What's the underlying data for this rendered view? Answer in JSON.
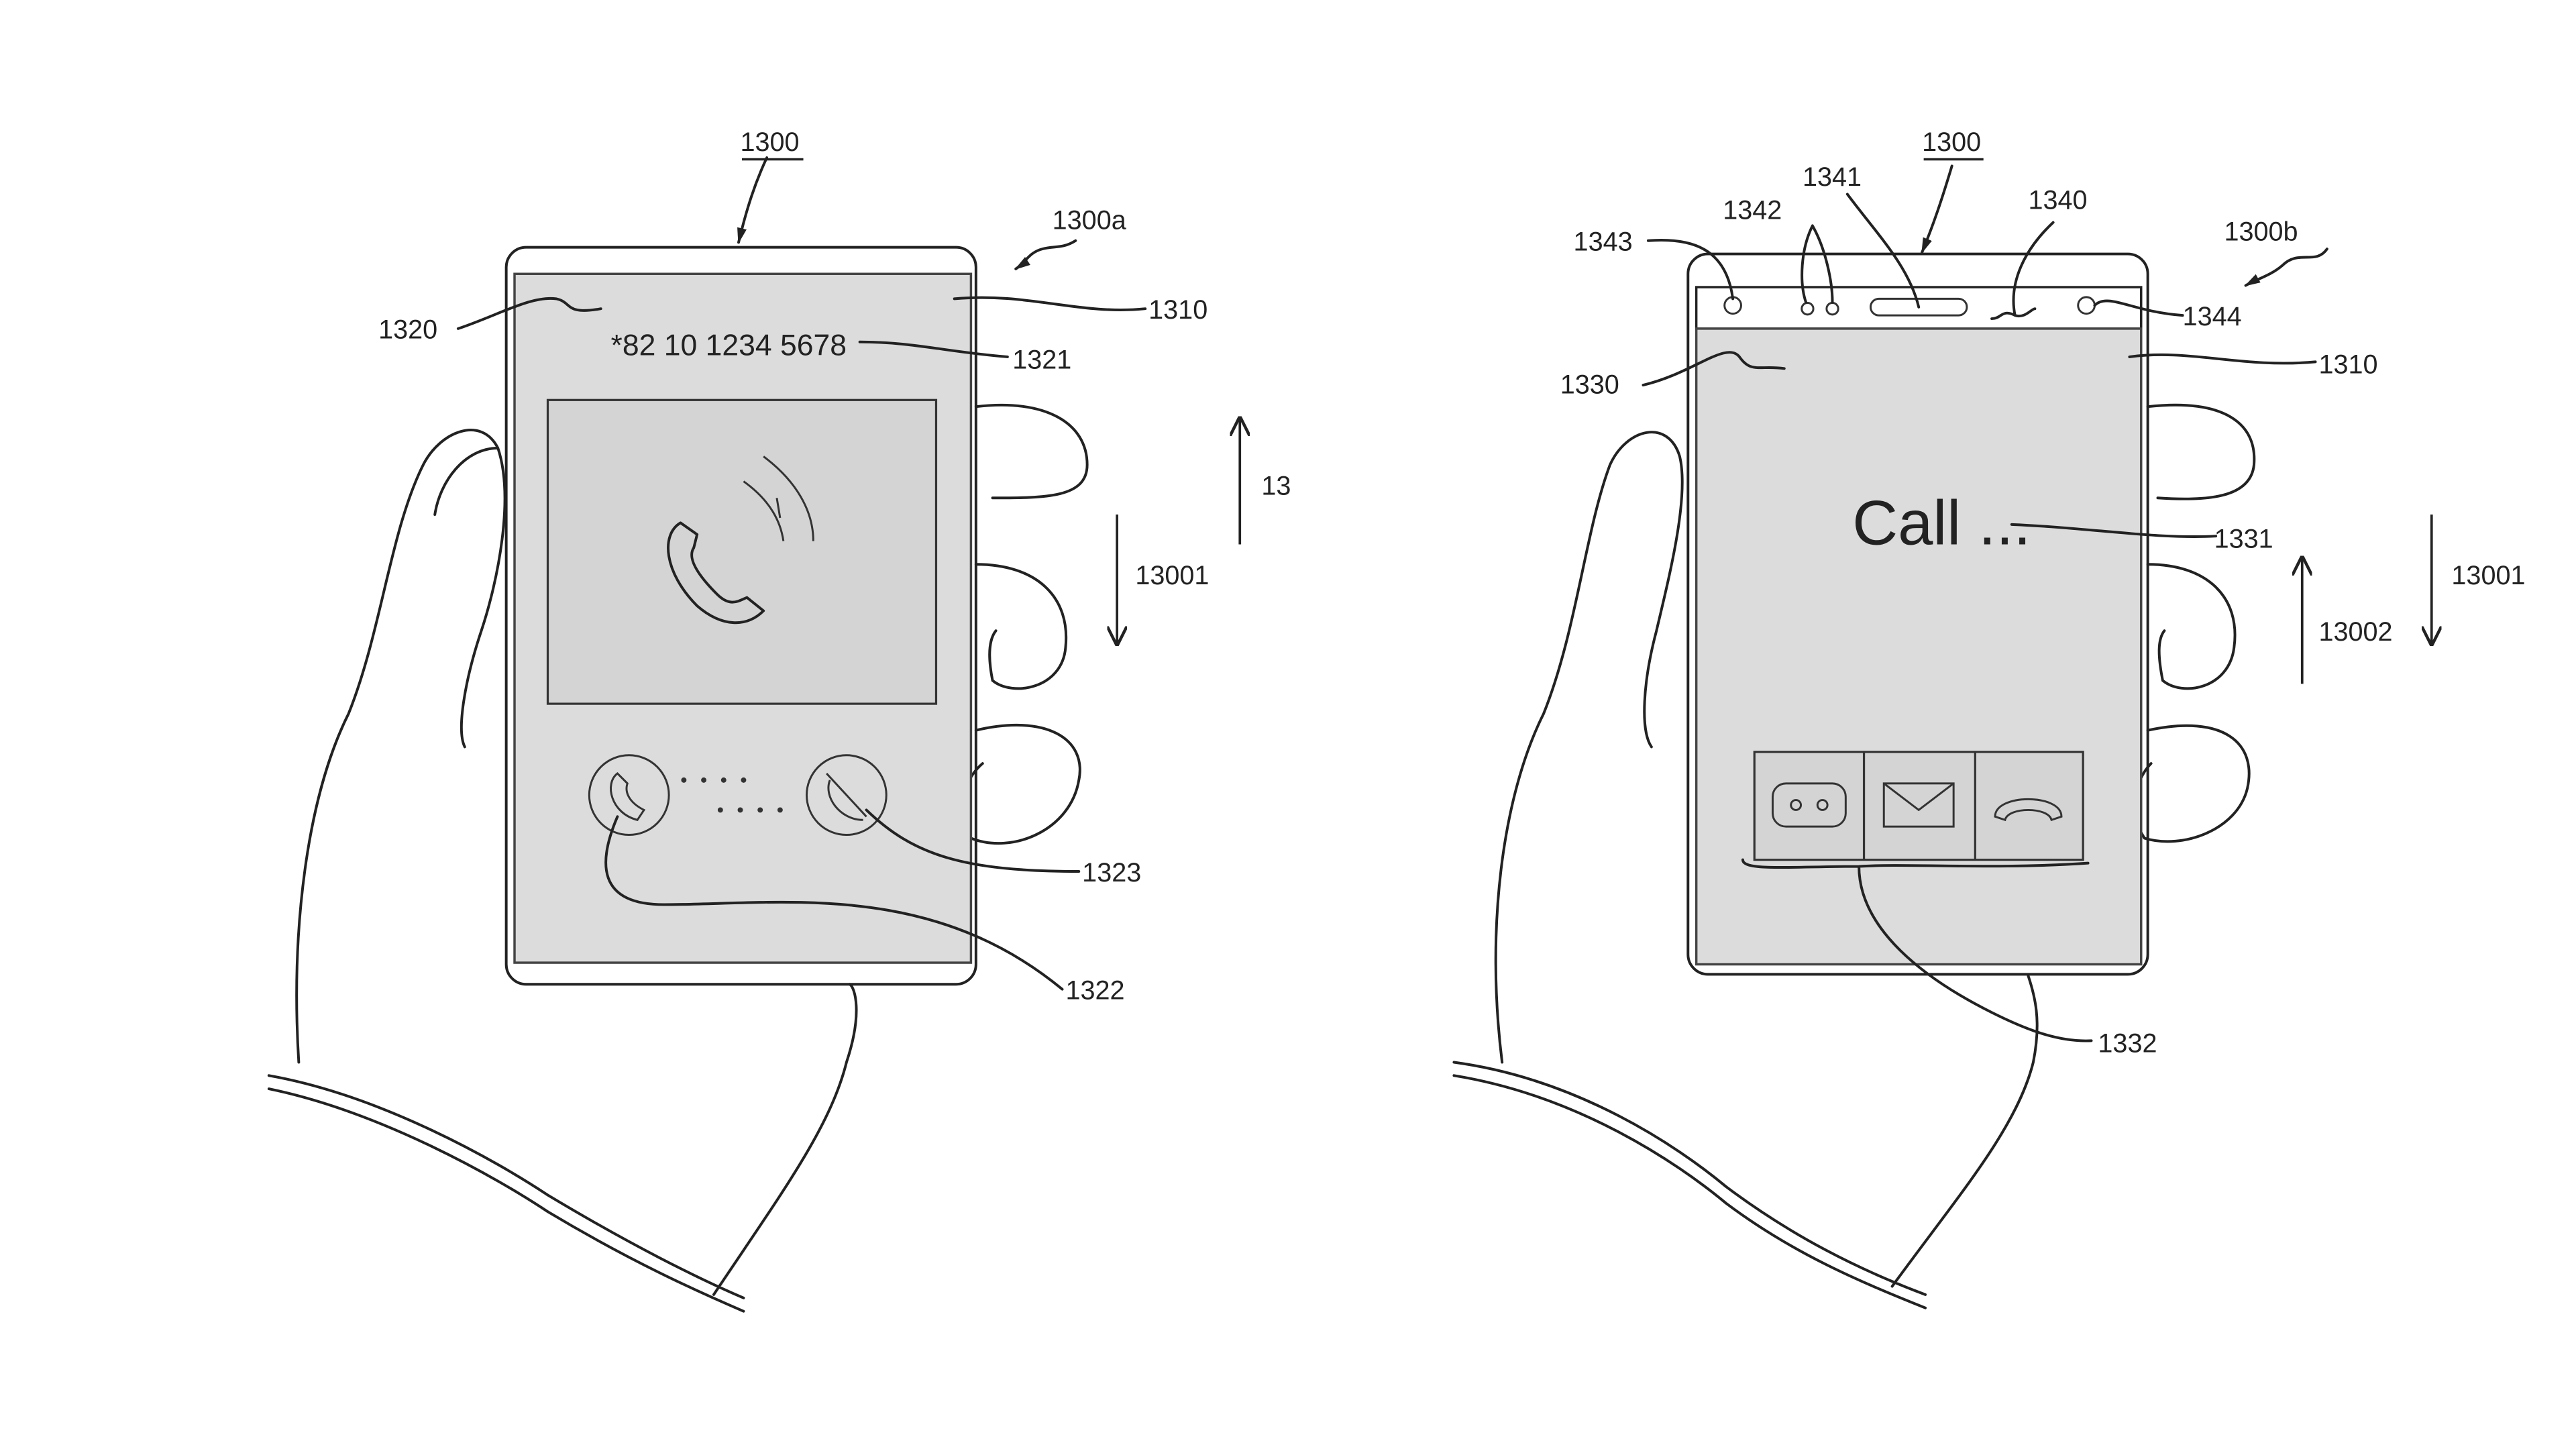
{
  "figure_left": {
    "ref_device": "1300",
    "ref_state": "1300a",
    "ref_display": "1310",
    "ref_number_area": "1320",
    "phone_number": "*82 10 1234 5678",
    "ref_number_text": "1321",
    "ref_accept": "1322",
    "ref_reject": "1323",
    "ref_direction_down": "13001",
    "ref_direction_up_cut": "13"
  },
  "figure_right": {
    "ref_device": "1300",
    "ref_state": "1300b",
    "ref_display": "1310",
    "ref_bezel": "1340",
    "ref_speaker": "1341",
    "ref_sensors": "1342",
    "ref_camera_left": "1343",
    "ref_camera_right": "1344",
    "ref_screen_area": "1330",
    "call_text": "Call ...",
    "ref_call_text": "1331",
    "ref_buttons": "1332",
    "ref_direction_down": "13001",
    "ref_direction_up": "13002",
    "buttons": [
      "message-icon",
      "mail-icon",
      "end-call-icon"
    ]
  }
}
